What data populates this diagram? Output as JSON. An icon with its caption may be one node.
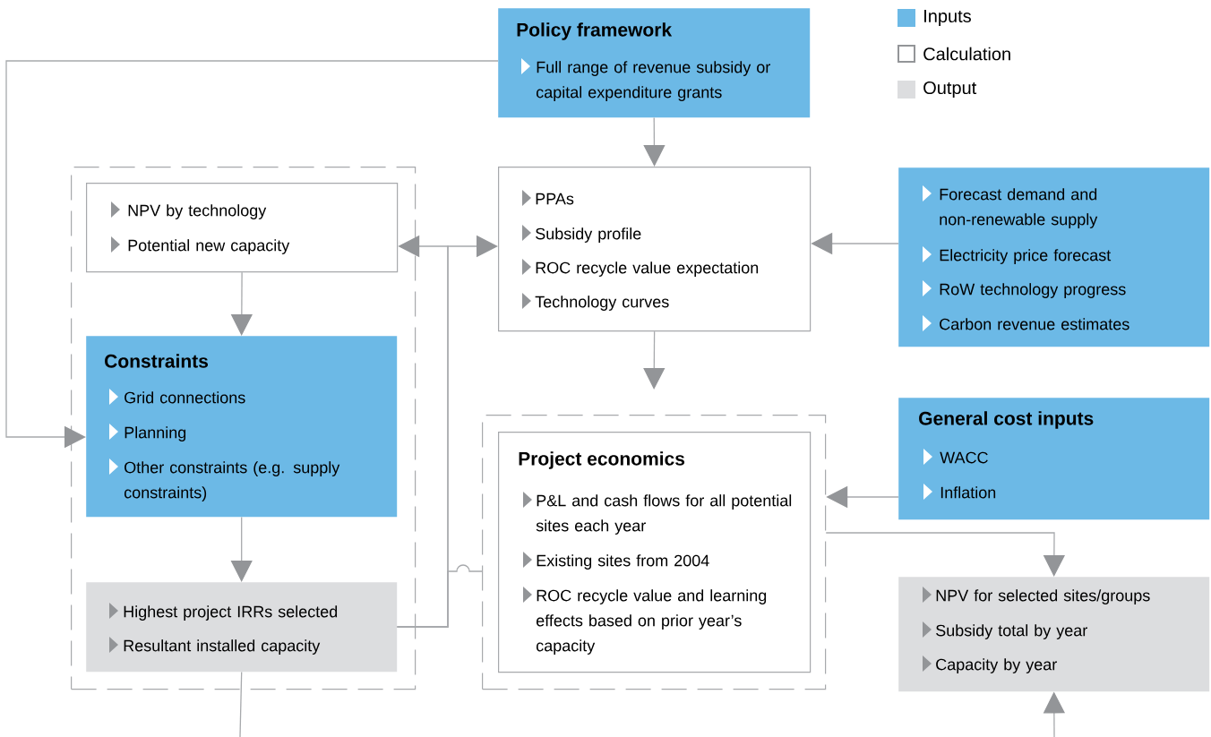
{
  "diagram": {
    "nodes": [
      {
        "text": [
          "Policy framework",
          "Full range of revenue subsidy or capital expenditure grants"
        ]
      },
      {
        "text": [],
        "shape": "box"
      },
      {
        "text": [
          "NPV by technology",
          "Potential new capacity"
        ],
        "in": 1
      },
      {
        "text": [
          "Constraints",
          "Grid connections",
          "Planning",
          "Other constraints (e.g. supply constraints)"
        ],
        "in": 1
      },
      {
        "text": [
          "Highest project IRRs selected",
          "Resultant installed capacity"
        ],
        "in": 1
      },
      {
        "text": [
          "PPAs",
          "Subsidy profile",
          "ROC recycle value expectation",
          "Technology curves"
        ]
      },
      {
        "text": [
          "Forecast demand and non-renewable supply",
          "Electricity price forecast",
          "RoW technology progress",
          "Carbon revenue estimates"
        ]
      },
      {
        "text": [],
        "shape": "box"
      },
      {
        "text": [
          "Project economics",
          "P&L and cash flows for all potential sites each year",
          "Existing sites from 2004",
          "ROC recycle value and learning effects based on prior year’s capacity"
        ],
        "in": 7
      },
      {
        "text": [
          "General cost inputs",
          "WACC",
          "Inflation"
        ]
      },
      {
        "text": [
          "NPV for selected sites/groups",
          "Subsidy total by year",
          "Capacity by year"
        ]
      }
    ],
    "edges": [
      {
        "from": 0,
        "to": 5,
        "arrow": "to"
      },
      {
        "from": 0,
        "to": 3,
        "arrow": "to"
      },
      {
        "from": 2,
        "to": 3,
        "arrow": "to"
      },
      {
        "from": 3,
        "to": 4,
        "arrow": "to"
      },
      {
        "from": 4,
        "to": 2,
        "arrow": "to"
      },
      {
        "from": 4,
        "to": 5,
        "arrow": "to"
      },
      {
        "from": 6,
        "to": 5,
        "arrow": "to"
      },
      {
        "from": 5,
        "to": 7,
        "arrow": "to"
      },
      {
        "from": 9,
        "to": 7,
        "arrow": "to"
      },
      {
        "from": 7,
        "to": 10,
        "arrow": "to"
      },
      {
        "from": null,
        "to": 10,
        "arrow": "to"
      },
      {
        "from": 4,
        "to": null,
        "arrow": "none"
      },
      {
        "from": 4,
        "to": 7,
        "arrow": "none"
      }
    ],
    "legend": [
      {
        "text": "Inputs",
        "color": "#6cb9e6"
      },
      {
        "text": "Calculation"
      },
      {
        "text": "Output",
        "color": "#dcdddf"
      }
    ]
  }
}
